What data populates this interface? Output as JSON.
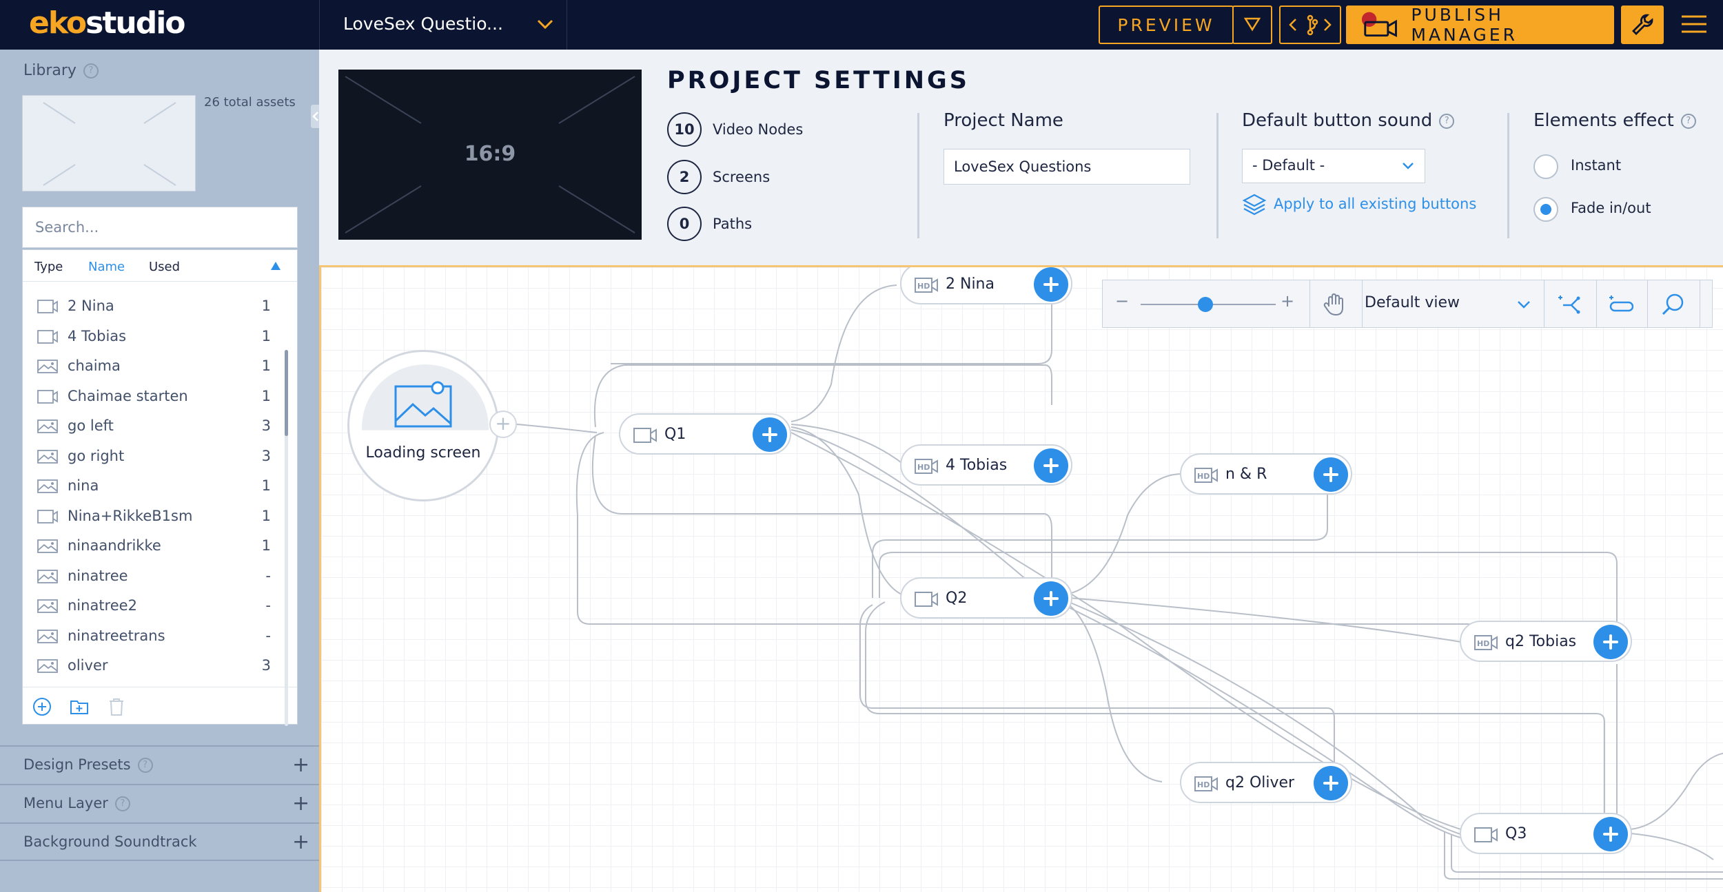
{
  "topbar": {
    "logo_part1": "eko",
    "logo_part2": "studio",
    "project_name": "LoveSex Questio...",
    "preview_label": "PREVIEW",
    "publish_label": "PUBLISH MANAGER"
  },
  "sidebar": {
    "library_title": "Library",
    "total_assets": "26 total assets",
    "search_placeholder": "Search...",
    "sort": {
      "type": "Type",
      "name": "Name",
      "used": "Used"
    },
    "assets": [
      {
        "name": "2 Nina",
        "used": "1",
        "kind": "video"
      },
      {
        "name": "4 Tobias",
        "used": "1",
        "kind": "video"
      },
      {
        "name": "chaima",
        "used": "1",
        "kind": "image"
      },
      {
        "name": "Chaimae starten",
        "used": "1",
        "kind": "video"
      },
      {
        "name": "go left",
        "used": "3",
        "kind": "image"
      },
      {
        "name": "go right",
        "used": "3",
        "kind": "image"
      },
      {
        "name": "nina",
        "used": "1",
        "kind": "image"
      },
      {
        "name": "Nina+RikkeB1sm",
        "used": "1",
        "kind": "video"
      },
      {
        "name": "ninaandrikke",
        "used": "1",
        "kind": "image"
      },
      {
        "name": "ninatree",
        "used": "-",
        "kind": "image"
      },
      {
        "name": "ninatree2",
        "used": "-",
        "kind": "image"
      },
      {
        "name": "ninatreetrans",
        "used": "-",
        "kind": "image"
      },
      {
        "name": "oliver",
        "used": "3",
        "kind": "image"
      }
    ],
    "sections": [
      "Design Presets",
      "Menu Layer",
      "Background Soundtrack"
    ]
  },
  "settings": {
    "title": "PROJECT SETTINGS",
    "preview_ratio": "16:9",
    "stats": [
      {
        "count": "10",
        "label": "Video Nodes"
      },
      {
        "count": "2",
        "label": "Screens"
      },
      {
        "count": "0",
        "label": "Paths"
      }
    ],
    "project_name_label": "Project Name",
    "project_name_value": "LoveSex Questions",
    "sound_label": "Default button sound",
    "sound_value": "- Default -",
    "apply_link": "Apply to all existing buttons",
    "effect_label": "Elements effect",
    "effects": [
      {
        "label": "Instant",
        "selected": false
      },
      {
        "label": "Fade in/out",
        "selected": true
      }
    ]
  },
  "canvas": {
    "loading_label": "Loading screen",
    "view_label": "Default view",
    "zoom_level": 0.5,
    "nodes": [
      {
        "label": "2 Nina",
        "icon": "hd-video-icon"
      },
      {
        "label": "Q1",
        "icon": "video-icon"
      },
      {
        "label": "4 Tobias",
        "icon": "hd-video-icon"
      },
      {
        "label": "n & R",
        "icon": "hd-video-icon"
      },
      {
        "label": "Q2",
        "icon": "video-icon"
      },
      {
        "label": "q2 Tobias",
        "icon": "hd-video-icon"
      },
      {
        "label": "q2 Oliver",
        "icon": "hd-video-icon"
      },
      {
        "label": "Q3",
        "icon": "video-icon"
      }
    ]
  },
  "colors": {
    "brand_orange": "#f6a623",
    "topbar_bg": "#0b1531",
    "accent_blue": "#2d8fe8",
    "sidebar_bg": "#aebed2"
  }
}
